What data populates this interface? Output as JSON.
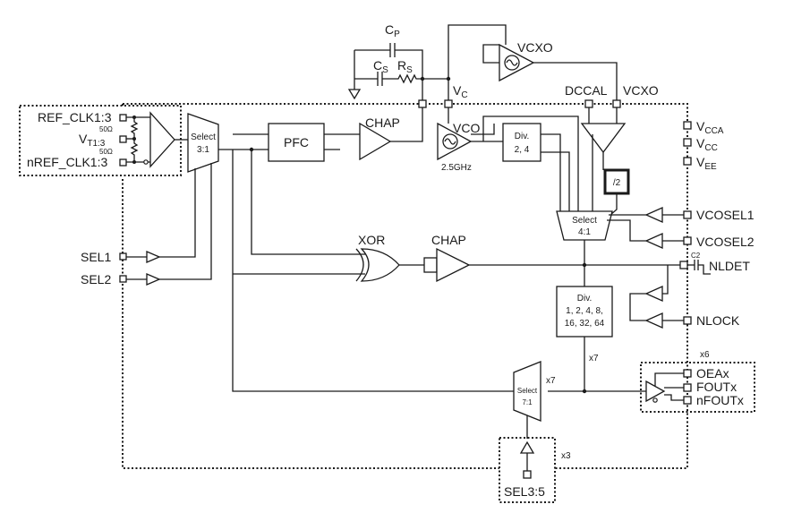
{
  "diagram": {
    "inputs": {
      "ref_clk": "REF_CLK1:3",
      "vt": "V",
      "vt_sub": "T1:3",
      "nref_clk": "nREF_CLK1:3",
      "r1": "50Ω",
      "r2": "50Ω",
      "sel1": "SEL1",
      "sel2": "SEL2",
      "sel35": "SEL3:5"
    },
    "blocks": {
      "select31": [
        "Select",
        "3:1"
      ],
      "pfc": "PFC",
      "chap1": "CHAP",
      "chap2": "CHAP",
      "vco": "VCO",
      "vco_freq": "2.5GHz",
      "div24": [
        "Div.",
        "2, 4"
      ],
      "div2": "/2",
      "select41": [
        "Select",
        "4:1"
      ],
      "xor": "XOR",
      "div_main": [
        "Div.",
        "1, 2, 4, 8,",
        "16, 32, 64"
      ],
      "select71": [
        "Select",
        "7:1"
      ],
      "vcxo": "VCXO"
    },
    "loop_filter": {
      "cp": "C",
      "cp_sub": "P",
      "cs": "C",
      "cs_sub": "S",
      "rs": "R",
      "rs_sub": "S",
      "vc": "V",
      "vc_sub": "C"
    },
    "pins_right": {
      "dccal": "DCCAL",
      "vcxo": "VCXO",
      "vcca": "V",
      "vcca_sub": "CCA",
      "vcc": "V",
      "vcc_sub": "CC",
      "vee": "V",
      "vee_sub": "EE",
      "vcosel1": "VCOSEL1",
      "vcosel2": "VCOSEL2",
      "nldet": "NLDET",
      "c2": "C2",
      "nlock": "NLOCK",
      "oeax": "OEAx",
      "foutx": "FOUTx",
      "nfoutx": "nFOUTx"
    },
    "multipliers": {
      "x7_div": "x7",
      "x7_sel": "x7",
      "x6": "x6",
      "x3": "x3"
    }
  }
}
